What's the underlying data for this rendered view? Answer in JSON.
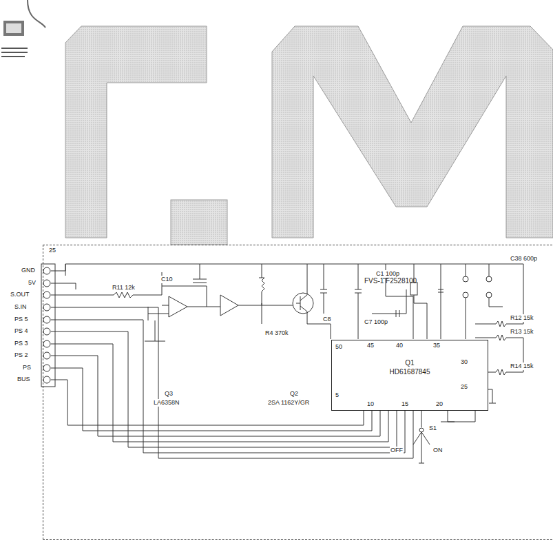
{
  "diagram": {
    "nodes": [
      {
        "text": [
          "FVS-1 F2528100"
        ]
      },
      {
        "text": [
          "Q1",
          "HD61687845"
        ],
        "in": 0
      }
    ],
    "labels": [
      "GND",
      "5V",
      "S.OUT",
      "S.IN",
      "PS 5",
      "PS 4",
      "PS 3",
      "PS 2",
      "PS",
      "BUS",
      "25",
      "R11 12k",
      "C10",
      "Q3",
      "LA6358N",
      "Q2",
      "2SA 1162Y/GR",
      "R4 370k",
      "C8",
      "C1 100p",
      "C7 100p",
      "C38 600p",
      "R12 15k",
      "R13 15k",
      "R14 15k",
      "50",
      "45",
      "40",
      "35",
      "30",
      "25",
      "20",
      "15",
      "10",
      "5",
      "S1",
      "OFF",
      "ON"
    ]
  }
}
